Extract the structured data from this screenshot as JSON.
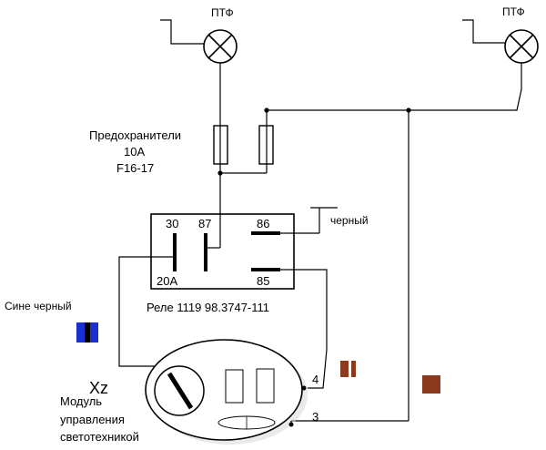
{
  "labels": {
    "lamp_left": "ПТФ",
    "lamp_right": "ПТФ",
    "fuses_title": "Предохранители",
    "fuses_rating": "10А",
    "fuses_ids": "F16-17",
    "pin_30": "30",
    "pin_87": "87",
    "pin_86": "86",
    "pin_85": "85",
    "pin_20a": "20А",
    "wire_black": "черный",
    "relay_name": "Реле 1119 98.3747-111",
    "wire_blue_black": "Сине черный",
    "connector_xz": "Xz",
    "module_line1": "Модуль",
    "module_line2": "управления",
    "module_line3": "светотехникой",
    "terminal_4": "4",
    "terminal_3": "3"
  },
  "colors": {
    "line": "#000000",
    "blue_swatch": "#1a2fd0",
    "brown_swatch": "#8b3a1e",
    "ellipse_shadow": "#d9d9d9"
  },
  "icons": {
    "lamp": "lamp-cross-icon",
    "fuse": "fuse-icon",
    "ground": "ground-icon",
    "switch": "ignition-key-icon"
  }
}
